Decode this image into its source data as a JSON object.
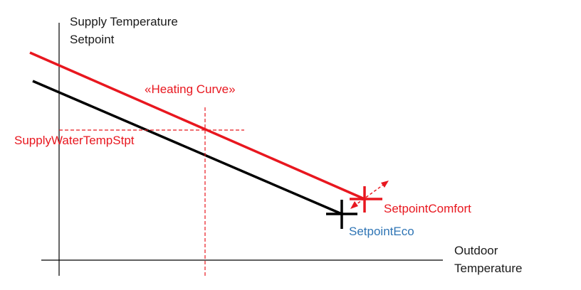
{
  "axes": {
    "y_label_line1": "Supply Temperature",
    "y_label_line2": "Setpoint",
    "x_label_line1": "Outdoor",
    "x_label_line2": "Temperature"
  },
  "labels": {
    "heating_curve": "«Heating Curve»",
    "supply_water_temp_stpt": "SupplyWaterTempStpt",
    "setpoint_comfort": "SetpointComfort",
    "setpoint_eco": "SetpointEco"
  },
  "colors": {
    "comfort": "#e8171f",
    "eco": "#000000",
    "axis": "#000000",
    "eco_label": "#2f75b5"
  }
}
